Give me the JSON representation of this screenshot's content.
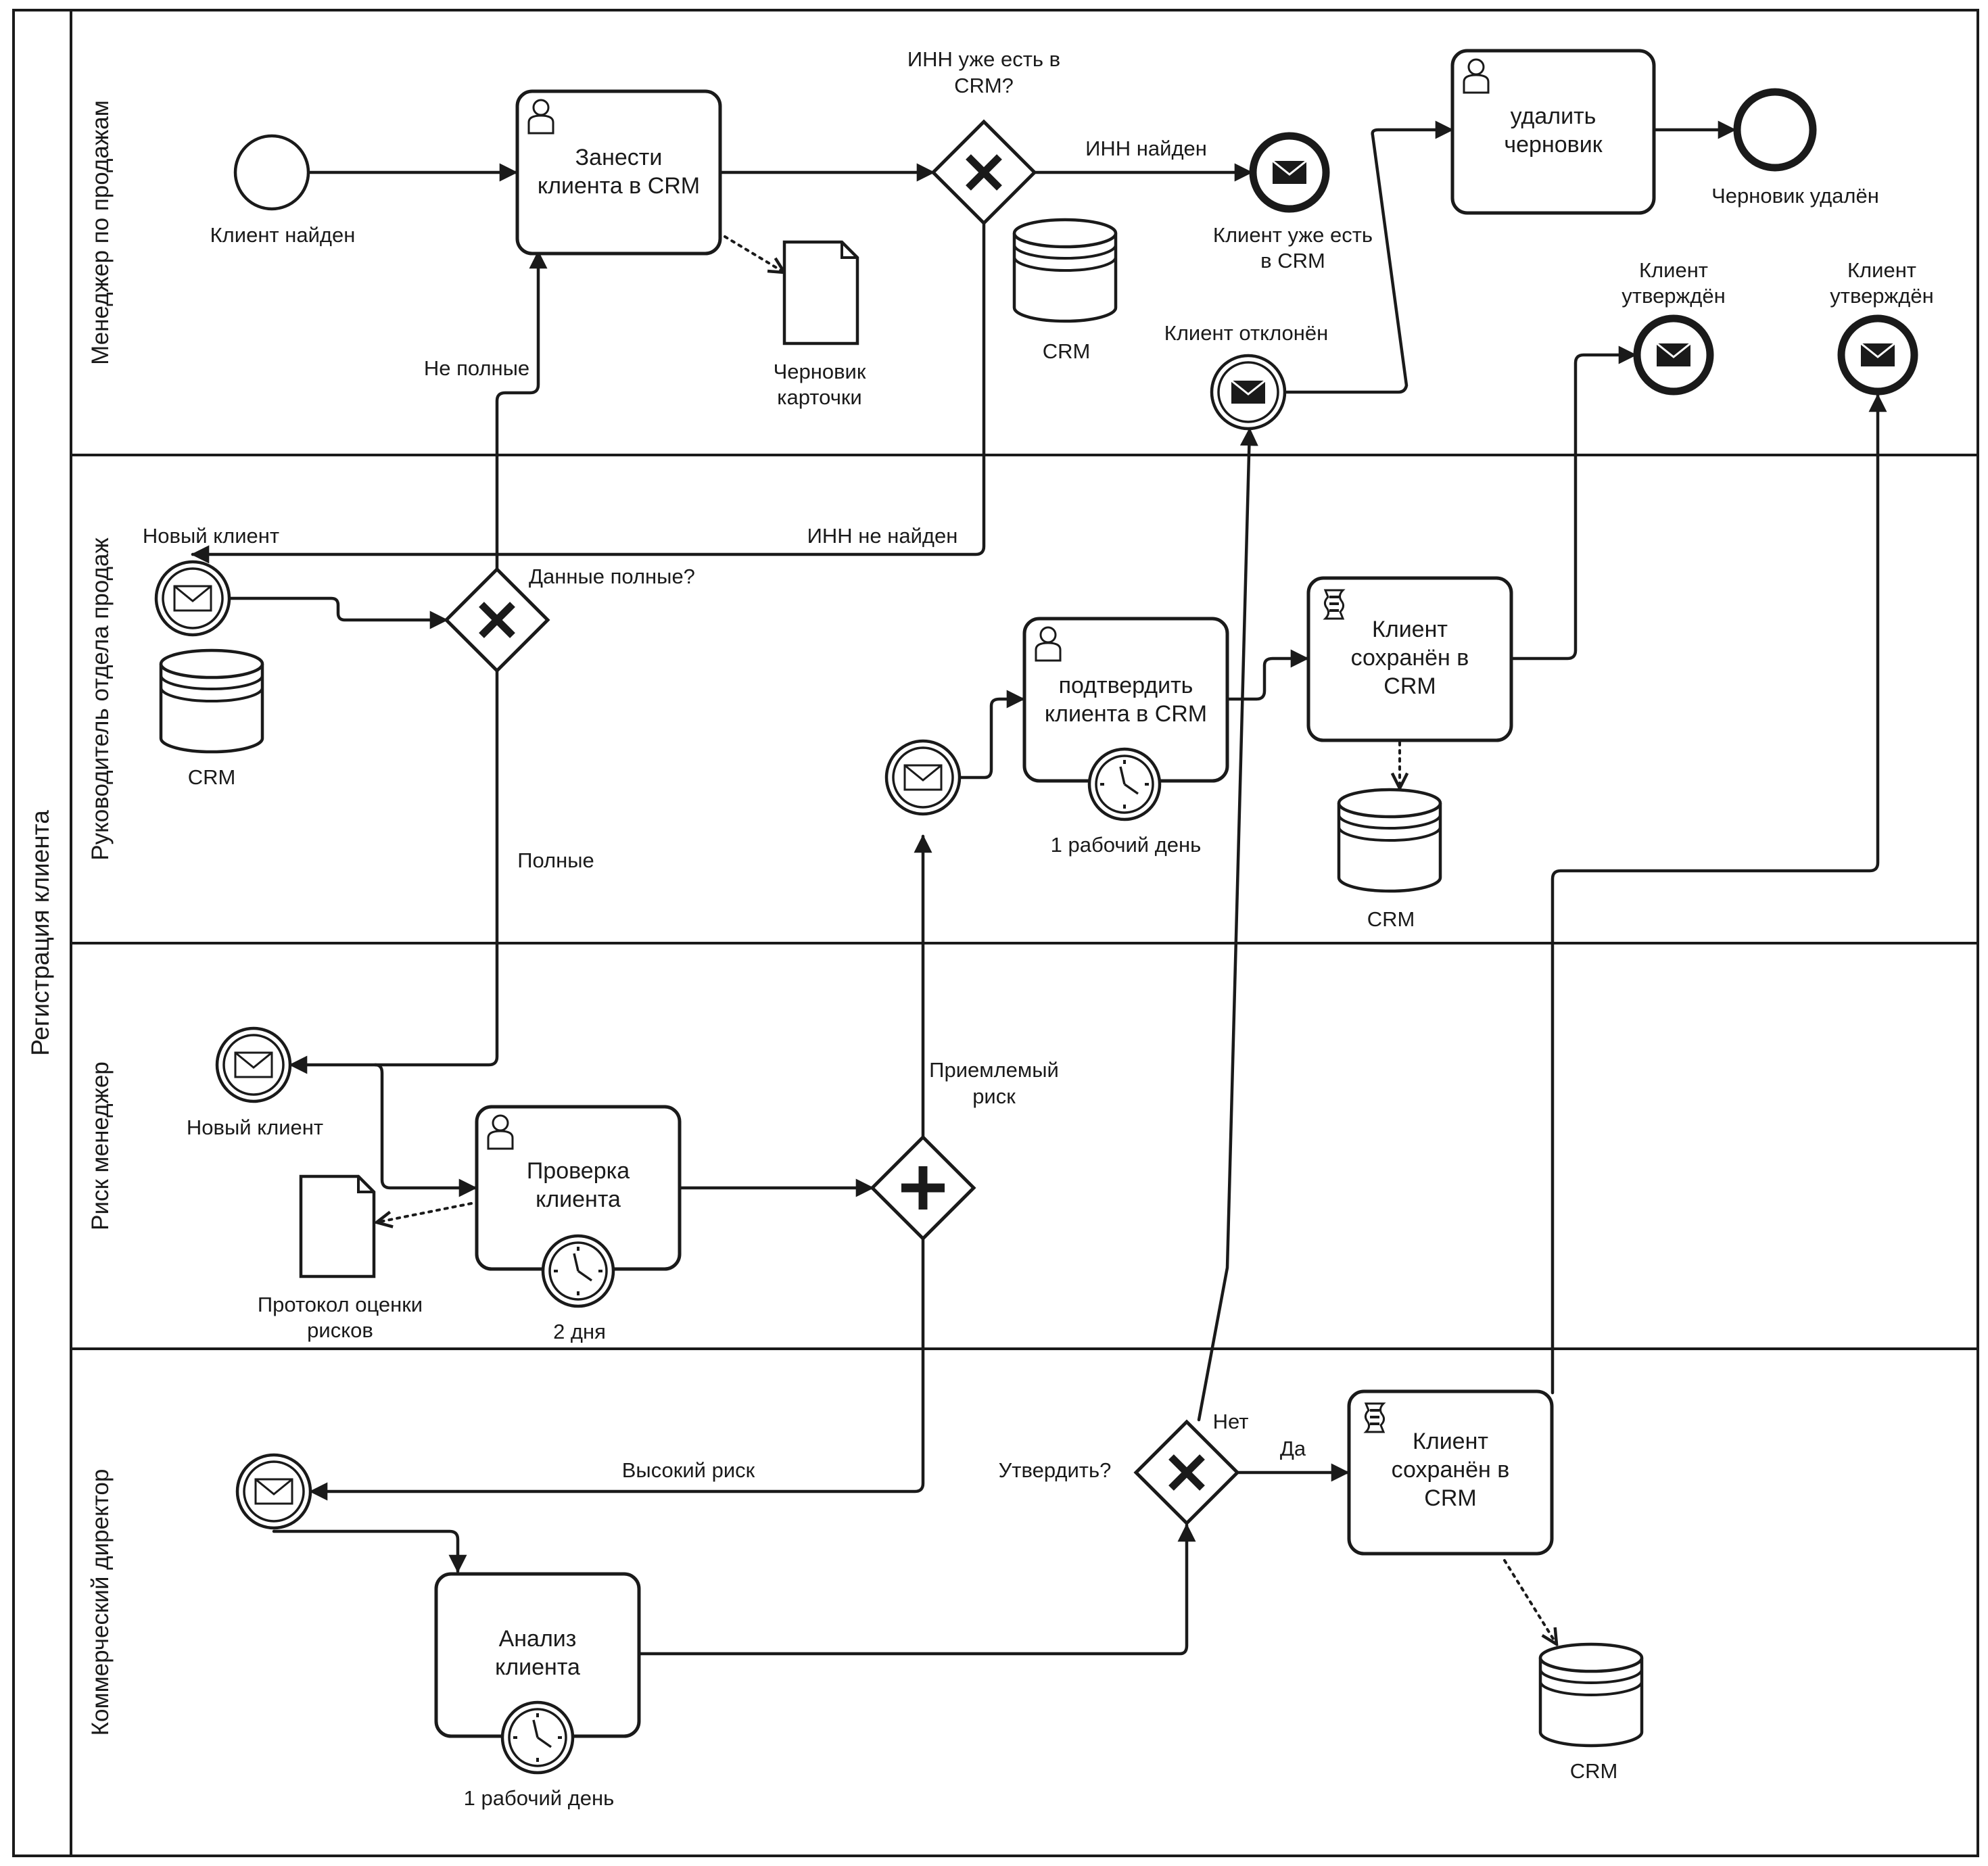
{
  "pool": {
    "title": "Регистрация клиента"
  },
  "lanes": [
    {
      "id": "lane-manager",
      "label": "Менеджер по продажам"
    },
    {
      "id": "lane-head",
      "label": "Руководитель отдела продаж"
    },
    {
      "id": "lane-risk",
      "label": "Риск менеджер"
    },
    {
      "id": "lane-commercial",
      "label": "Коммерческий директор"
    }
  ],
  "tasks": {
    "enter_client": [
      "Занести",
      "клиента в CRM"
    ],
    "delete_draft": [
      "удалить",
      "черновик"
    ],
    "confirm_client": [
      "подтвердить",
      "клиента в CRM"
    ],
    "saved_head": [
      "Клиент",
      "сохранён в",
      "CRM"
    ],
    "check_client": [
      "Проверка",
      "клиента"
    ],
    "analyze_client": [
      "Анализ",
      "клиента"
    ],
    "saved_commercial": [
      "Клиент",
      "сохранён в",
      "CRM"
    ]
  },
  "events": {
    "client_found": [
      "Клиент найден"
    ],
    "draft_deleted": [
      "Черновик удалён"
    ],
    "client_exists": [
      "Клиент уже есть",
      "в CRM"
    ],
    "client_rejected": [
      "Клиент отклонён"
    ],
    "approved_1": [
      "Клиент",
      "утверждён"
    ],
    "approved_2": [
      "Клиент",
      "утверждён"
    ],
    "new_client_head": [
      "Новый клиент"
    ],
    "new_client_risk": [
      "Новый клиент"
    ]
  },
  "gateways": {
    "inn_exists": [
      "ИНН уже есть в",
      "CRM?"
    ],
    "data_complete": [
      "Данные полные?"
    ],
    "approve": [
      "Утвердить?"
    ]
  },
  "artifacts": {
    "draft_card": [
      "Черновик",
      "карточки"
    ],
    "risk_protocol": [
      "Протокол оценки",
      "рисков"
    ],
    "crm_manager": [
      "CRM"
    ],
    "crm_head": [
      "CRM"
    ],
    "crm_head_2": [
      "CRM"
    ],
    "crm_commercial": [
      "CRM"
    ]
  },
  "timers": {
    "confirm": [
      "1 рабочий день"
    ],
    "check": [
      "2 дня"
    ],
    "analyze": [
      "1 рабочий день"
    ]
  },
  "flow_labels": {
    "inn_found": [
      "ИНН найден"
    ],
    "inn_not_found": [
      "ИНН не найден"
    ],
    "not_complete": [
      "Не полные"
    ],
    "complete": [
      "Полные"
    ],
    "acceptable_risk": [
      "Приемлемый",
      "риск"
    ],
    "high_risk": [
      "Высокий риск"
    ],
    "no": [
      "Нет"
    ],
    "yes": [
      "Да"
    ]
  }
}
